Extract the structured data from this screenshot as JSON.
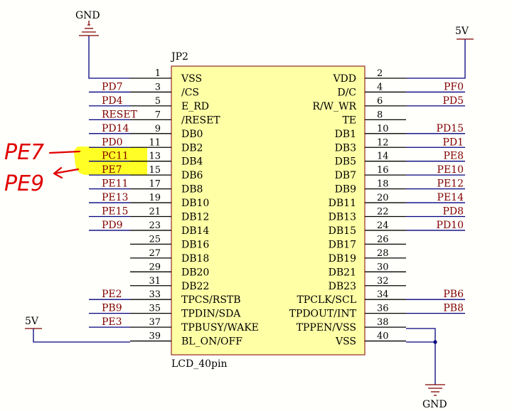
{
  "component": {
    "designator": "JP2",
    "comment": "LCD_40pin",
    "body_color": "#ffffa6",
    "wire_color": "#00007f",
    "label_color": "#800000",
    "pins": [
      {
        "num": "1",
        "name": "VSS",
        "net": ""
      },
      {
        "num": "2",
        "name": "VDD",
        "net": ""
      },
      {
        "num": "3",
        "name": "/CS",
        "net": "PD7"
      },
      {
        "num": "4",
        "name": "D/C",
        "net": "PF0"
      },
      {
        "num": "5",
        "name": "E_RD",
        "net": "PD4"
      },
      {
        "num": "6",
        "name": "R/W_WR",
        "net": "PD5"
      },
      {
        "num": "7",
        "name": "/RESET",
        "net": "RESET"
      },
      {
        "num": "8",
        "name": "TE",
        "net": ""
      },
      {
        "num": "9",
        "name": "DB0",
        "net": "PD14"
      },
      {
        "num": "10",
        "name": "DB1",
        "net": "PD15"
      },
      {
        "num": "11",
        "name": "DB2",
        "net": "PD0"
      },
      {
        "num": "12",
        "name": "DB3",
        "net": "PD1"
      },
      {
        "num": "13",
        "name": "DB4",
        "net": "PC11"
      },
      {
        "num": "14",
        "name": "DB5",
        "net": "PE8"
      },
      {
        "num": "15",
        "name": "DB6",
        "net": "PE7"
      },
      {
        "num": "16",
        "name": "DB7",
        "net": "PE10"
      },
      {
        "num": "17",
        "name": "DB8",
        "net": "PE11"
      },
      {
        "num": "18",
        "name": "DB9",
        "net": "PE12"
      },
      {
        "num": "19",
        "name": "DB10",
        "net": "PE13"
      },
      {
        "num": "20",
        "name": "DB11",
        "net": "PE14"
      },
      {
        "num": "21",
        "name": "DB12",
        "net": "PE15"
      },
      {
        "num": "22",
        "name": "DB13",
        "net": "PD8"
      },
      {
        "num": "23",
        "name": "DB14",
        "net": "PD9"
      },
      {
        "num": "24",
        "name": "DB15",
        "net": "PD10"
      },
      {
        "num": "25",
        "name": "DB16",
        "net": ""
      },
      {
        "num": "26",
        "name": "DB17",
        "net": ""
      },
      {
        "num": "27",
        "name": "DB18",
        "net": ""
      },
      {
        "num": "28",
        "name": "DB19",
        "net": ""
      },
      {
        "num": "29",
        "name": "DB20",
        "net": ""
      },
      {
        "num": "30",
        "name": "DB21",
        "net": ""
      },
      {
        "num": "31",
        "name": "DB22",
        "net": ""
      },
      {
        "num": "32",
        "name": "DB23",
        "net": ""
      },
      {
        "num": "33",
        "name": "TPCS/RSTB",
        "net": "PE2"
      },
      {
        "num": "34",
        "name": "TPCLK/SCL",
        "net": "PB6"
      },
      {
        "num": "35",
        "name": "TPDIN/SDA",
        "net": "PB9"
      },
      {
        "num": "36",
        "name": "TPDOUT/INT",
        "net": "PB8"
      },
      {
        "num": "37",
        "name": "TPBUSY/WAKE",
        "net": "PE3"
      },
      {
        "num": "38",
        "name": "TPPEN/VSS",
        "net": ""
      },
      {
        "num": "39",
        "name": "BL_ON/OFF",
        "net": ""
      },
      {
        "num": "40",
        "name": "VSS",
        "net": ""
      }
    ]
  },
  "power": {
    "gnd_top": "GND",
    "vcc_right": "5V",
    "vcc_left": "5V",
    "gnd_bottom": "GND"
  },
  "annotations": {
    "highlight_color": "#ffff00",
    "ink_color": "#e00000",
    "notes": [
      "PE7",
      "PE9"
    ]
  }
}
